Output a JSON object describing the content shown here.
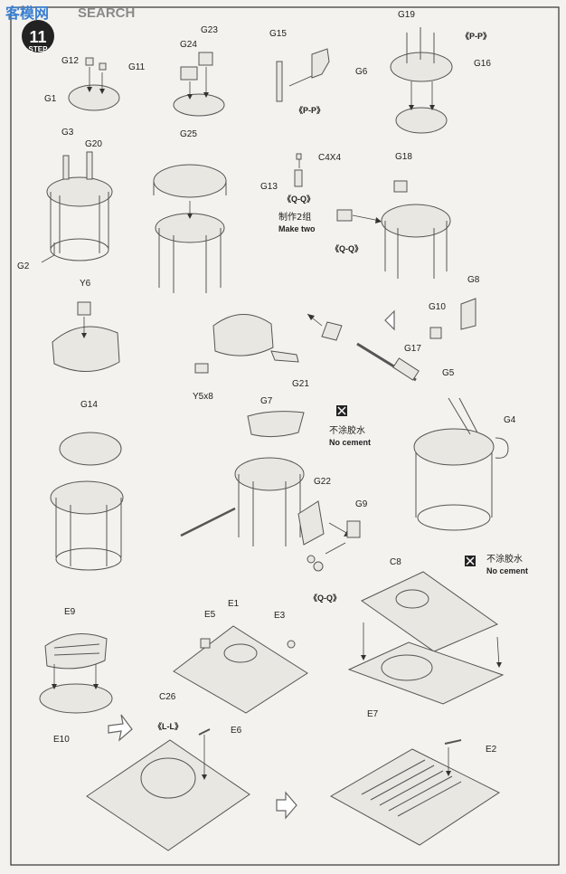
{
  "watermark": {
    "logo_cn": "客模网",
    "text": "SEARCH"
  },
  "step": {
    "label": "STEP",
    "number": "11"
  },
  "parts": {
    "g12": "G12",
    "g11": "G11",
    "g1": "G1",
    "g24": "G24",
    "g23": "G23",
    "g15": "G15",
    "g6": "G6",
    "pp1": "《P-P》",
    "g19": "G19",
    "pp2": "《P-P》",
    "g16": "G16",
    "g3": "G3",
    "g20": "G20",
    "g2": "G2",
    "g25": "G25",
    "c4x4": "C4X4",
    "g13": "G13",
    "qq1": "《Q-Q》",
    "make_two_cn": "制作2组",
    "make_two_en": "Make two",
    "g18": "G18",
    "qq2": "《Q-Q》",
    "y6": "Y6",
    "g14": "G14",
    "y5x8": "Y5x8",
    "g21": "G21",
    "g8": "G8",
    "g10": "G10",
    "g17": "G17",
    "g7": "G7",
    "g5": "G5",
    "g4": "G4",
    "g22": "G22",
    "g9": "G9",
    "qq3": "《Q-Q》",
    "e9": "E9",
    "e10": "E10",
    "e5": "E5",
    "e1": "E1",
    "e3": "E3",
    "c26": "C26",
    "c8": "C8",
    "e7": "E7",
    "ll": "《L-L》",
    "e6": "E6",
    "e2": "E2"
  },
  "notes": {
    "no_cement_cn": "不涂胶水",
    "no_cement_en": "No cement"
  }
}
